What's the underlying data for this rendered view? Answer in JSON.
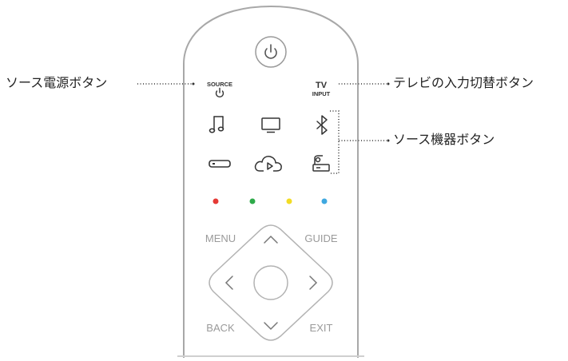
{
  "callouts": {
    "source_power": "ソース電源ボタン",
    "tv_input": "テレビの入力切替ボタン",
    "source_device": "ソース機器ボタン"
  },
  "remote": {
    "source_label": "SOURCE",
    "tv_label": "TV",
    "input_label": "INPUT",
    "menu_label": "MENU",
    "guide_label": "GUIDE",
    "back_label": "BACK",
    "exit_label": "EXIT",
    "icons": [
      "power-icon",
      "music-note-icon",
      "tv-screen-icon",
      "bluetooth-icon",
      "game-console-icon",
      "cloud-play-icon",
      "set-top-box-icon"
    ],
    "color_buttons": [
      "#e53935",
      "#2eaa4a",
      "#f2dc25",
      "#3fa8e0"
    ]
  }
}
